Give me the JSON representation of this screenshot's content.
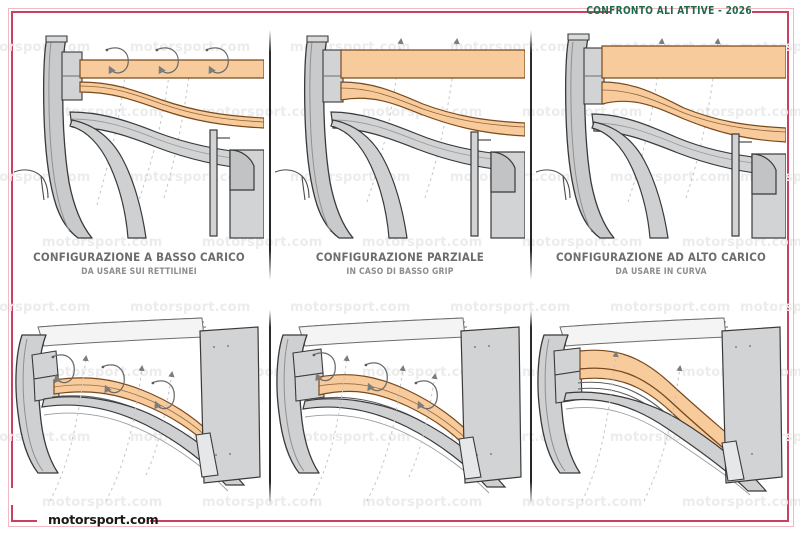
{
  "header": {
    "title": "CONFRONTO ALI ATTIVE - 2026",
    "title_color": "#1b6b4a",
    "rule_color": "#c94061"
  },
  "footer": {
    "brand": "motorsport.com",
    "brand_color": "#1a1a1a"
  },
  "frame": {
    "outer_color": "#f2b9c4",
    "inner_color": "#c94061"
  },
  "watermark": {
    "text": "motorsport.com",
    "color": "#ececec"
  },
  "palette": {
    "wing_fill": "#f7cb9c",
    "wing_fill_light": "#fbdcba",
    "wing_outline": "#7a4a1e",
    "body_gray": "#c9cacb",
    "body_gray_light": "#e2e3e4",
    "body_gray_dark": "#a8a9ab",
    "outline_dark": "#3a3a3a",
    "flow_line": "#b9b9b9",
    "arrow": "#6b6b6b"
  },
  "panels": [
    {
      "id": "top-low-downforce",
      "view": "side-section",
      "config": "low",
      "vortex_arrows": 3,
      "flow_lines": 5,
      "wing_thickness": "thin"
    },
    {
      "id": "top-partial",
      "view": "side-section",
      "config": "partial",
      "vortex_arrows": 0,
      "flow_lines": 3,
      "wing_thickness": "medium"
    },
    {
      "id": "top-high-downforce",
      "view": "side-section",
      "config": "high",
      "vortex_arrows": 0,
      "flow_lines": 3,
      "wing_thickness": "thick"
    },
    {
      "id": "bottom-low-downforce",
      "view": "perspective",
      "config": "low",
      "vortex_arrows": 3,
      "flow_lines": 5,
      "wing_thickness": "thin"
    },
    {
      "id": "bottom-partial",
      "view": "perspective",
      "config": "partial",
      "vortex_arrows": 3,
      "flow_lines": 5,
      "wing_thickness": "medium"
    },
    {
      "id": "bottom-high-downforce",
      "view": "perspective",
      "config": "high",
      "vortex_arrows": 0,
      "flow_lines": 2,
      "wing_thickness": "thick"
    }
  ],
  "captions": [
    {
      "id": "caption-low",
      "main": "CONFIGURAZIONE A BASSO CARICO",
      "sub": "DA USARE SUI RETTILINEI"
    },
    {
      "id": "caption-partial",
      "main": "CONFIGURAZIONE PARZIALE",
      "sub": "IN CASO DI BASSO GRIP"
    },
    {
      "id": "caption-high",
      "main": "CONFIGURAZIONE AD ALTO CARICO",
      "sub": "DA USARE IN CURVA"
    }
  ]
}
